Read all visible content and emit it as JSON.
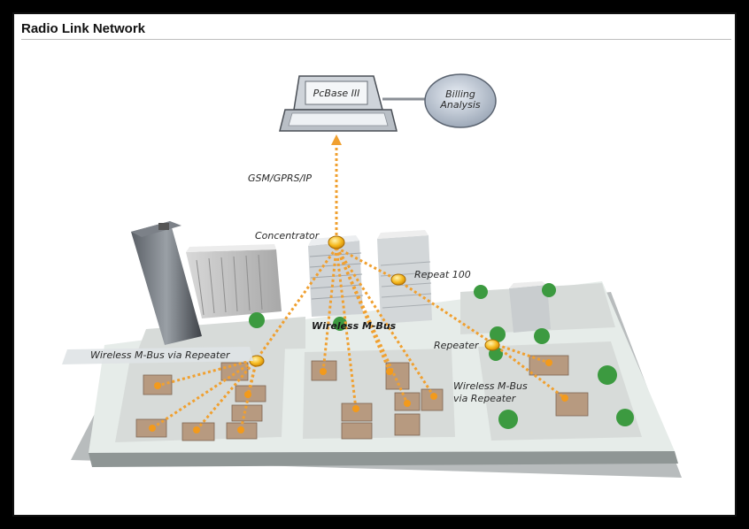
{
  "title": "Radio Link Network",
  "labels": {
    "pcbase": "PcBase III",
    "billing_line1": "Billing",
    "billing_line2": "Analysis",
    "gsm": "GSM/GPRS/IP",
    "concentrator": "Concentrator",
    "repeat100": "Repeat 100",
    "wmbus_center": "Wireless M-Bus",
    "repeater": "Repeater",
    "wmbus_left": "Wireless M-Bus via Repeater",
    "wmbus_right_line1": "Wireless M-Bus",
    "wmbus_right_line2": "via Repeater"
  },
  "colors": {
    "link": "#f0a030",
    "node": "#f5b81c",
    "ground": "#e6ece9",
    "building": "#d9d9d9",
    "tree": "#3c9a40"
  }
}
